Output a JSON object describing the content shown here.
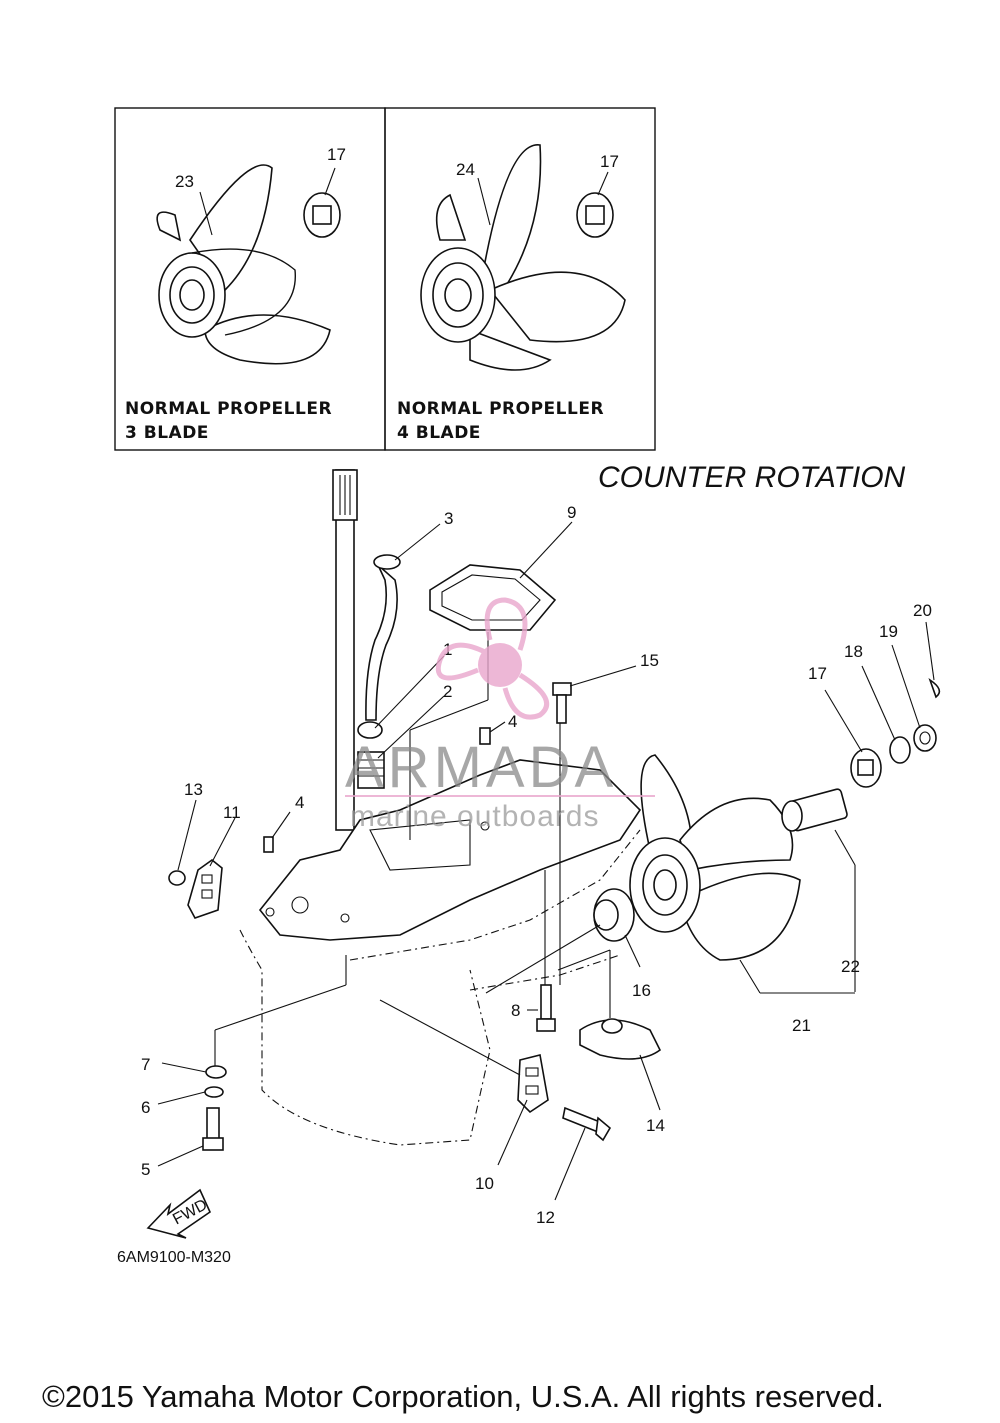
{
  "title": "COUNTER  ROTATION",
  "diagram_code": "6AM9100-M320",
  "copyright": "©2015 Yamaha Motor Corporation, U.S.A. All rights reserved.",
  "watermark": {
    "brand": "ARMADA",
    "tagline": "marine outboards",
    "color": "#e9a6cc"
  },
  "fwd_label": "FWD",
  "inset_boxes": [
    {
      "line1": "NORMAL PROPELLER",
      "line2": "3 BLADE",
      "propeller_ref": "23",
      "part_ref": "17"
    },
    {
      "line1": "NORMAL PROPELLER",
      "line2": "4 BLADE",
      "propeller_ref": "24",
      "part_ref": "17"
    }
  ],
  "callouts": {
    "c1": "1",
    "c2": "2",
    "c3": "3",
    "c4a": "4",
    "c4b": "4",
    "c5": "5",
    "c6": "6",
    "c7": "7",
    "c8": "8",
    "c9": "9",
    "c10": "10",
    "c11": "11",
    "c12": "12",
    "c13": "13",
    "c14": "14",
    "c15": "15",
    "c16": "16",
    "c17": "17",
    "c18": "18",
    "c19": "19",
    "c20": "20",
    "c21": "21",
    "c22": "22"
  }
}
